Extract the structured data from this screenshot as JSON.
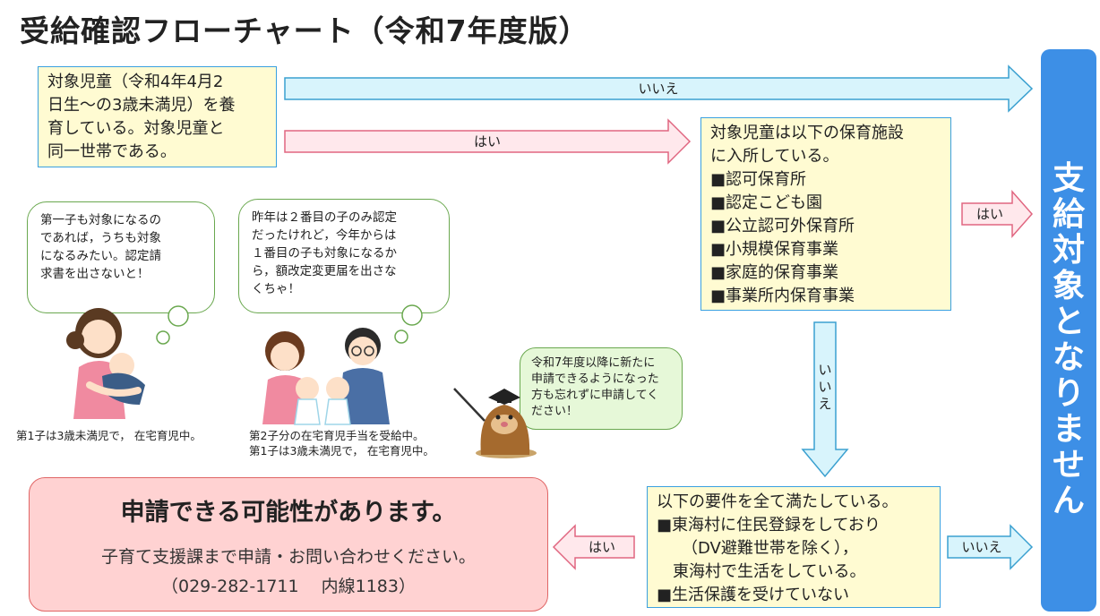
{
  "title": "受給確認フローチャート（令和7年度版）",
  "q1": {
    "lines": [
      "対象児童（令和4年4月2",
      "日生〜の3歳未満児）を養",
      "育している。対象児童と",
      "同一世帯である。"
    ]
  },
  "q2": {
    "lines": [
      "対象児童は以下の保育施設",
      "に入所している。",
      "■認可保育所",
      "■認定こども園",
      "■公立認可外保育所",
      "■小規模保育事業",
      "■家庭的保育事業",
      "■事業所内保育事業"
    ]
  },
  "q3": {
    "lines": [
      "以下の要件を全て満たしている。",
      "■東海村に住民登録をしており",
      "（DV避難世帯を除く），",
      "東海村で生活をしている。",
      "■生活保護を受けていない"
    ]
  },
  "arrows": {
    "q1_no": "いいえ",
    "q1_yes": "はい",
    "q2_yes": "はい",
    "q2_no": "いいえ",
    "q3_yes": "はい",
    "q3_no": "いいえ"
  },
  "result": {
    "chars": [
      "支",
      "給",
      "対",
      "象",
      "と",
      "な",
      "り",
      "ま",
      "せ",
      "ん"
    ]
  },
  "apply": {
    "heading": "申請できる可能性があります。",
    "line1": "子育て支援課まで申請・お問い合わせください。",
    "line2": "（029-282-1711　 内線1183）"
  },
  "bubble1": {
    "lines": [
      "第一子も対象になるの",
      "であれば，うちも対象",
      "になるみたい。認定請",
      "求書を出さないと！"
    ]
  },
  "bubble2": {
    "lines": [
      "昨年は２番目の子のみ認定",
      "だったけれど，今年からは",
      "１番目の子も対象になるか",
      "ら，額改定変更届を出さな",
      "くちゃ！"
    ]
  },
  "bubble3": {
    "lines": [
      "令和7年度以降に新たに",
      "申請できるようになった",
      "方も忘れずに申請してく",
      "ださい！"
    ]
  },
  "caption1": {
    "lines": [
      "第1子は3歳未満児で， 在宅育児中。"
    ]
  },
  "caption2": {
    "lines": [
      "第2子分の在宅育児手当を受給中。",
      "第1子は3歳未満児で， 在宅育児中。"
    ]
  },
  "colors": {
    "result": "#3d8fe6",
    "box_fill": "#fffbd2",
    "box_border": "#3aa0e0",
    "yes_fill": "#ffe8ec",
    "yes_border": "#e06680",
    "no_fill": "#d8f4fc",
    "no_border": "#3aa0d0",
    "apply_fill": "#ffd2d2"
  }
}
